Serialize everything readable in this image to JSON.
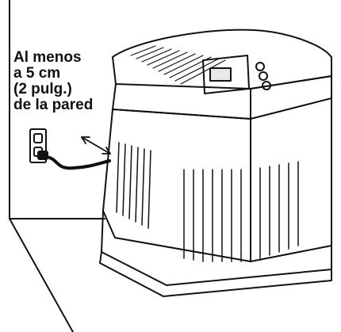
{
  "clearance_note": {
    "lines": [
      "Al menos",
      "a 5 cm",
      "(2 pulg.)",
      "de la pared"
    ]
  },
  "colors": {
    "ink": "#111111",
    "background": "#ffffff"
  },
  "icons": {
    "outlet": "wall-outlet-icon",
    "plug": "power-plug-icon",
    "arrow": "double-arrow-icon",
    "display": "control-display-icon"
  },
  "humidifier": {
    "control_buttons": 3,
    "front_grille_slats": 12,
    "side_grille_slats": 6
  }
}
